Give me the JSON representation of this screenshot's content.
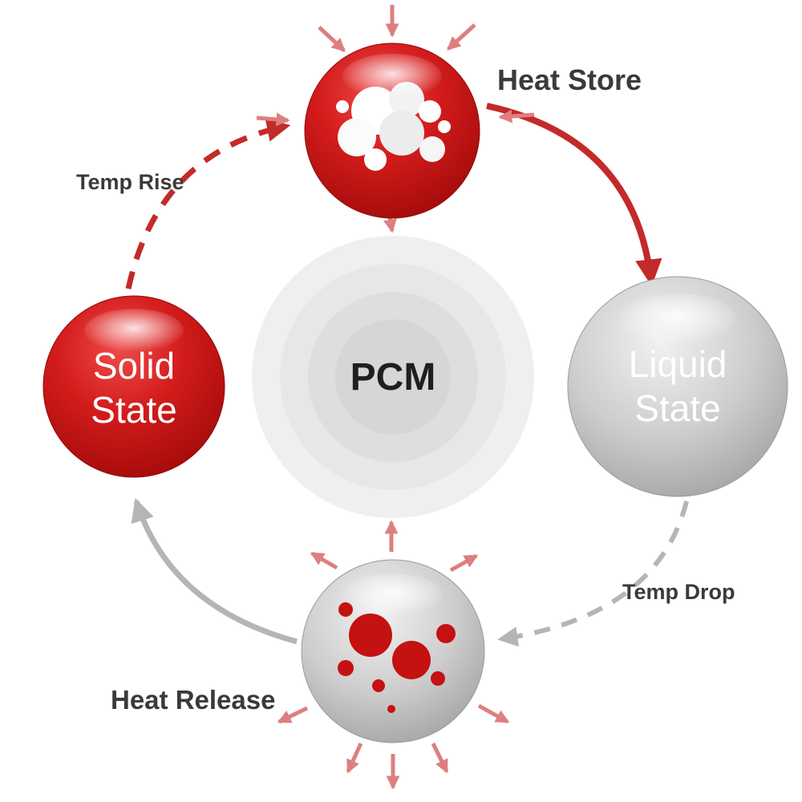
{
  "diagram": {
    "center": {
      "label": "PCM"
    },
    "nodes": {
      "heat_store": {
        "label": "Heat Store",
        "state": "red"
      },
      "liquid_state": {
        "lines": [
          "Liquid",
          "State"
        ],
        "state": "gray"
      },
      "heat_release": {
        "label": "Heat Release",
        "state": "gray"
      },
      "solid_state": {
        "lines": [
          "Solid",
          "State"
        ],
        "state": "red"
      }
    },
    "transitions": {
      "temp_rise": {
        "label": "Temp Rise",
        "style": "dashed",
        "color": "#c32a2a"
      },
      "temp_drop": {
        "label": "Temp Drop",
        "style": "dashed",
        "color": "#b5b5b5"
      },
      "store_to_liquid": {
        "style": "solid",
        "color": "#c32a2a"
      },
      "release_to_solid": {
        "style": "solid",
        "color": "#b5b5b5"
      }
    },
    "colors": {
      "red_sphere": "#c41414",
      "gray_sphere": "#bdbdbd",
      "red_arrow": "#c32a2a",
      "gray_arrow": "#b5b5b5",
      "pink_arrow": "#dd7f7f",
      "label_text": "#3a3a3a",
      "pcm_text": "#1f1f1f"
    }
  }
}
